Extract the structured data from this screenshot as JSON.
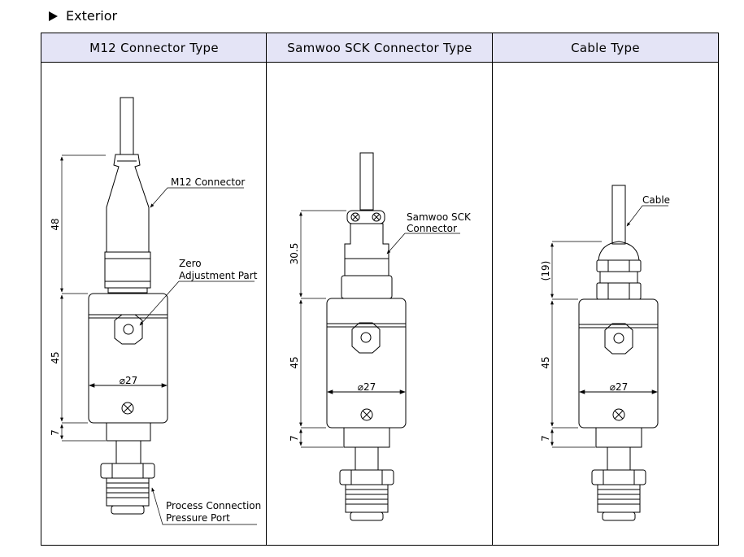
{
  "section": {
    "title": "Exterior"
  },
  "columns": [
    {
      "header": "M12 Connector Type"
    },
    {
      "header": "Samwoo SCK Connector Type"
    },
    {
      "header": "Cable Type"
    }
  ],
  "m12": {
    "dims": {
      "top": "48",
      "body": "45",
      "bottom": "7",
      "diameter": "⌀27"
    },
    "labels": {
      "connector": "M12 Connector",
      "zero1": "Zero",
      "zero2": "Adjustment Part",
      "port1": "Process Connection",
      "port2": "Pressure Port"
    }
  },
  "sck": {
    "dims": {
      "top": "30.5",
      "body": "45",
      "bottom": "7",
      "diameter": "⌀27"
    },
    "labels": {
      "connector1": "Samwoo SCK",
      "connector2": "Connector"
    }
  },
  "cable": {
    "dims": {
      "top": "(19)",
      "body": "45",
      "bottom": "7",
      "diameter": "⌀27"
    },
    "labels": {
      "cable": "Cable"
    }
  }
}
